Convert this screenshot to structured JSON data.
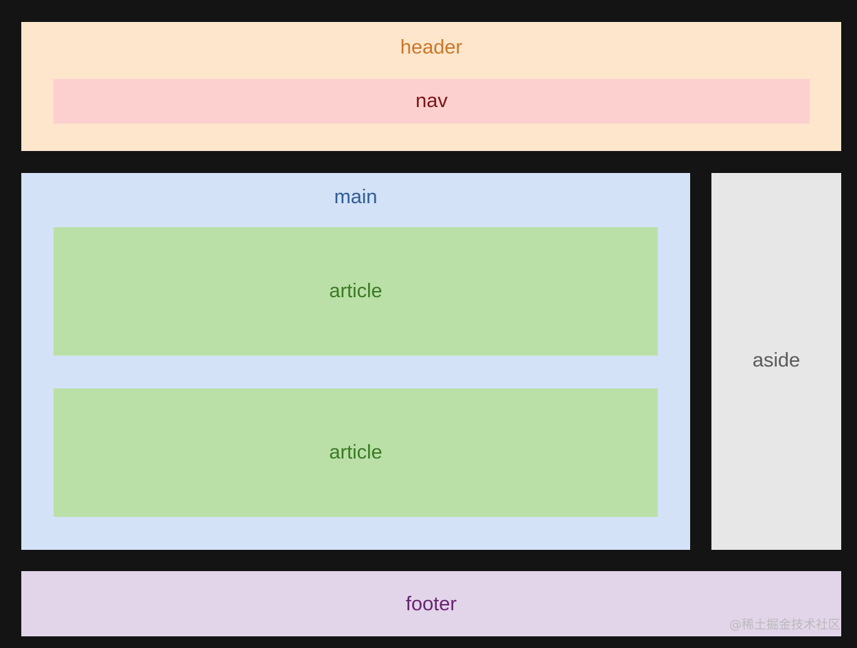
{
  "layout": {
    "header": {
      "label": "header"
    },
    "nav": {
      "label": "nav"
    },
    "main": {
      "label": "main"
    },
    "articles": [
      {
        "label": "article"
      },
      {
        "label": "article"
      }
    ],
    "aside": {
      "label": "aside"
    },
    "footer": {
      "label": "footer"
    }
  },
  "watermark": {
    "text": "@稀土掘金技术社区"
  },
  "colors": {
    "background": "#141414",
    "header": "#fde6cc",
    "nav": "#fdd0d0",
    "main": "#d3e2f6",
    "article": "#bae0a7",
    "aside": "#e7e7e7",
    "footer": "#e2d5e9"
  }
}
